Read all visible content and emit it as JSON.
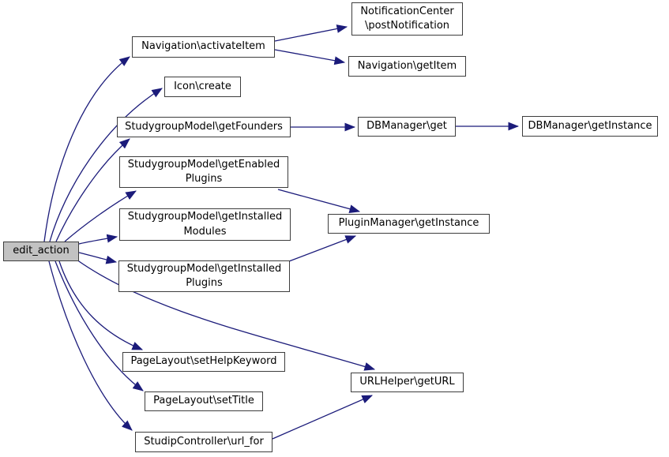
{
  "colors": {
    "edge": "#1b1b7a",
    "node_border": "#3d3d3d",
    "node_fill": "#ffffff",
    "root_node_fill": "#c2c2c2",
    "text": "#000000",
    "background": "#ffffff"
  },
  "nodes": {
    "edit_action": {
      "label": "edit_action"
    },
    "navigation_activateitem": {
      "label": "Navigation\\activateItem"
    },
    "icon_create": {
      "label": "Icon\\create"
    },
    "studygroupmodel_getfounders": {
      "label": "StudygroupModel\\getFounders"
    },
    "studygroupmodel_getenabledplugins": {
      "label": "StudygroupModel\\getEnabled\nPlugins"
    },
    "studygroupmodel_getinstalledmodules": {
      "label": "StudygroupModel\\getInstalled\nModules"
    },
    "studygroupmodel_getinstalledplugins": {
      "label": "StudygroupModel\\getInstalled\nPlugins"
    },
    "pagelayout_sethelpkeyword": {
      "label": "PageLayout\\setHelpKeyword"
    },
    "pagelayout_settitle": {
      "label": "PageLayout\\setTitle"
    },
    "studipcontroller_url_for": {
      "label": "StudipController\\url_for"
    },
    "notificationcenter_postnotification": {
      "label": "NotificationCenter\n\\postNotification"
    },
    "navigation_getitem": {
      "label": "Navigation\\getItem"
    },
    "dbmanager_get": {
      "label": "DBManager\\get"
    },
    "dbmanager_getinstance": {
      "label": "DBManager\\getInstance"
    },
    "pluginmanager_getinstance": {
      "label": "PluginManager\\getInstance"
    },
    "urlhelper_geturl": {
      "label": "URLHelper\\getURL"
    }
  },
  "edges": [
    {
      "from": "edit_action",
      "to": "navigation_activateitem"
    },
    {
      "from": "edit_action",
      "to": "icon_create"
    },
    {
      "from": "edit_action",
      "to": "studygroupmodel_getfounders"
    },
    {
      "from": "edit_action",
      "to": "studygroupmodel_getenabledplugins"
    },
    {
      "from": "edit_action",
      "to": "studygroupmodel_getinstalledmodules"
    },
    {
      "from": "edit_action",
      "to": "studygroupmodel_getinstalledplugins"
    },
    {
      "from": "edit_action",
      "to": "pagelayout_sethelpkeyword"
    },
    {
      "from": "edit_action",
      "to": "pagelayout_settitle"
    },
    {
      "from": "edit_action",
      "to": "studipcontroller_url_for"
    },
    {
      "from": "edit_action",
      "to": "urlhelper_geturl"
    },
    {
      "from": "navigation_activateitem",
      "to": "notificationcenter_postnotification"
    },
    {
      "from": "navigation_activateitem",
      "to": "navigation_getitem"
    },
    {
      "from": "studygroupmodel_getfounders",
      "to": "dbmanager_get"
    },
    {
      "from": "dbmanager_get",
      "to": "dbmanager_getinstance"
    },
    {
      "from": "studygroupmodel_getenabledplugins",
      "to": "pluginmanager_getinstance"
    },
    {
      "from": "studygroupmodel_getinstalledplugins",
      "to": "pluginmanager_getinstance"
    },
    {
      "from": "studipcontroller_url_for",
      "to": "urlhelper_geturl"
    }
  ]
}
